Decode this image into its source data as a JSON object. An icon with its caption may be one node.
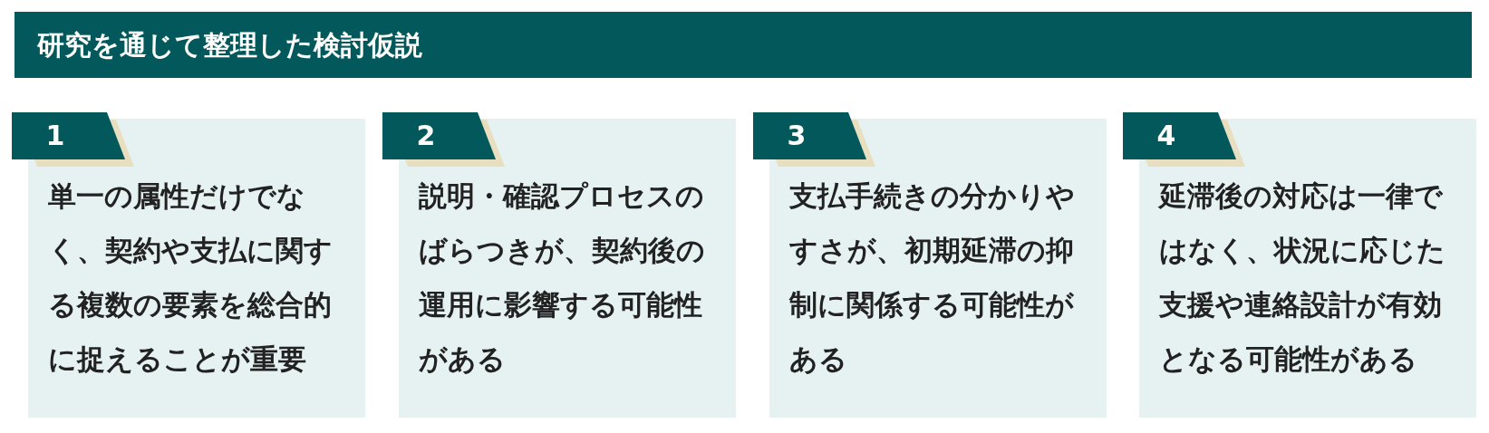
{
  "diagram": {
    "title": "研究を通じて整理した検討仮説",
    "nodes": [
      {
        "text": [
          "1",
          "単一の属性だけでなく、契約や支払に関する複数の要素を総合的に捉えることが重要"
        ]
      },
      {
        "text": [
          "2",
          "説明・確認プロセスのばらつきが、契約後の運用に影響する可能性がある"
        ]
      },
      {
        "text": [
          "3",
          "支払手続きの分かりやすさが、初期延滞の抑制に関係する可能性がある"
        ]
      },
      {
        "text": [
          "4",
          "延滞後の対応は一律ではなく、状況に応じた支援や連絡設計が有効となる可能性がある"
        ]
      }
    ]
  }
}
